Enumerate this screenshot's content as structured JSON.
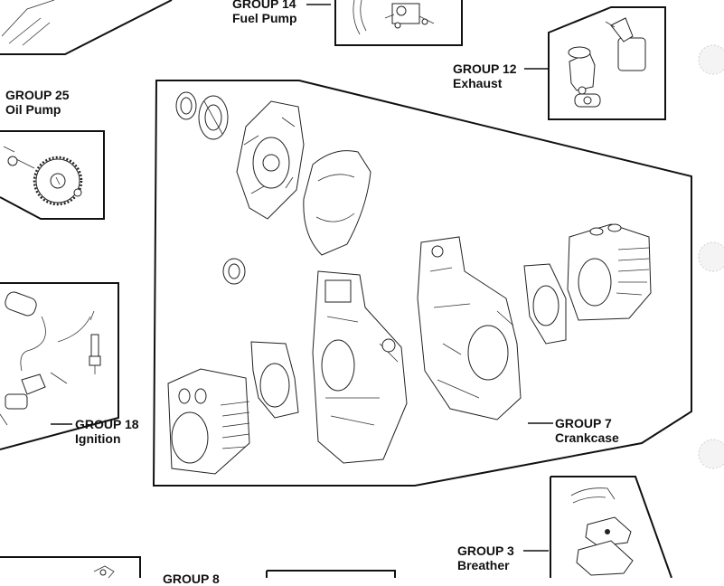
{
  "groups": [
    {
      "id": "g14",
      "number_label": "GROUP 14",
      "name": "Fuel Pump"
    },
    {
      "id": "g12",
      "number_label": "GROUP 12",
      "name": "Exhaust"
    },
    {
      "id": "g25",
      "number_label": "GROUP 25",
      "name": "Oil Pump"
    },
    {
      "id": "g18",
      "number_label": "GROUP 18",
      "name": "Ignition"
    },
    {
      "id": "g7",
      "number_label": "GROUP 7",
      "name": "Crankcase"
    },
    {
      "id": "g3",
      "number_label": "GROUP 3",
      "name": "Breather"
    },
    {
      "id": "g8",
      "number_label": "GROUP 8"
    }
  ]
}
